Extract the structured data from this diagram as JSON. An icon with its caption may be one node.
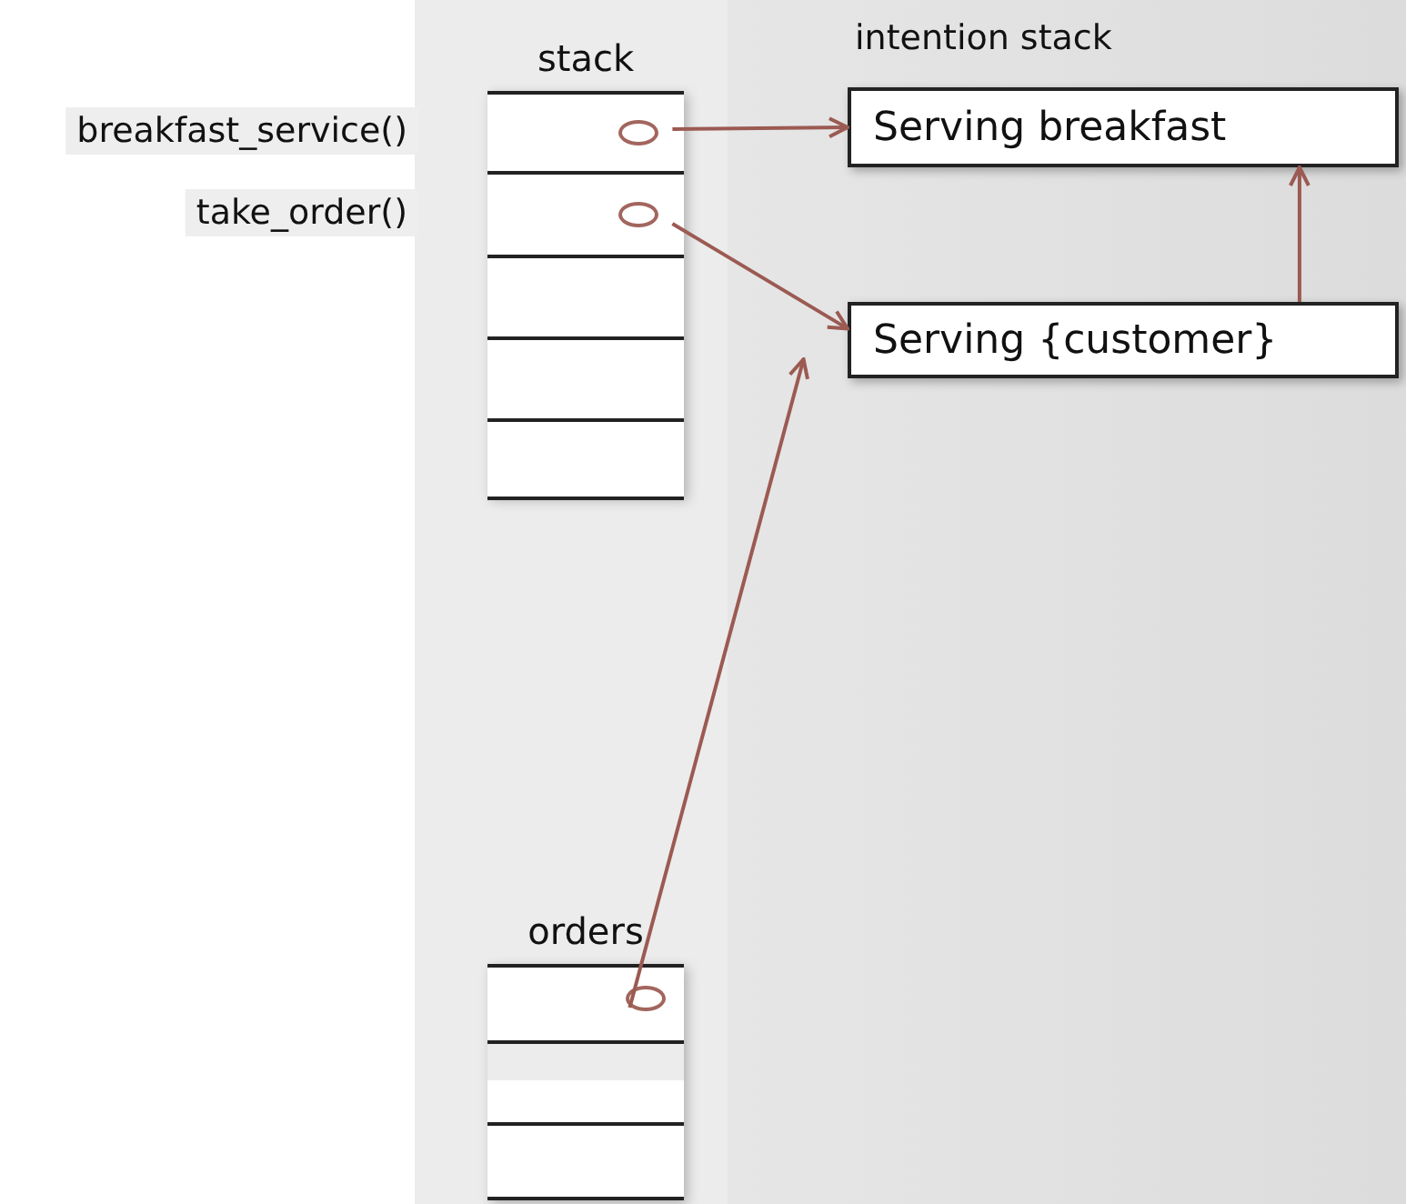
{
  "diagram": {
    "nodes": [
      {
        "text": [
          "stack"
        ]
      },
      {
        "text": [],
        "shape": "box",
        "in": 0,
        "beside": [
          "breakfast_service()"
        ]
      },
      {
        "text": [],
        "shape": "circle",
        "in": 1
      },
      {
        "text": [],
        "shape": "box",
        "in": 0,
        "beside": [
          "take_order()"
        ]
      },
      {
        "text": [],
        "shape": "circle",
        "in": 3
      },
      {
        "text": [],
        "shape": "box",
        "in": 0
      },
      {
        "text": [],
        "shape": "box",
        "in": 0
      },
      {
        "text": [],
        "shape": "box",
        "in": 0
      },
      {
        "text": [
          "Serving breakfast"
        ]
      },
      {
        "text": [
          "Serving {customer}"
        ]
      },
      {
        "text": [
          "orders"
        ]
      },
      {
        "text": [],
        "shape": "box",
        "in": 10
      },
      {
        "text": [],
        "shape": "circle",
        "in": 11
      },
      {
        "text": [],
        "shape": "box",
        "in": 10
      },
      {
        "text": [],
        "shape": "box",
        "in": 10
      }
    ],
    "edges": [
      {
        "from": 2,
        "to": 8,
        "arrow": "to"
      },
      {
        "from": 4,
        "to": 9,
        "arrow": "to"
      },
      {
        "from": 12,
        "to": 9,
        "arrow": "to"
      },
      {
        "from": 9,
        "to": 8,
        "arrow": "to"
      }
    ],
    "labels": [
      "intention stack"
    ]
  }
}
